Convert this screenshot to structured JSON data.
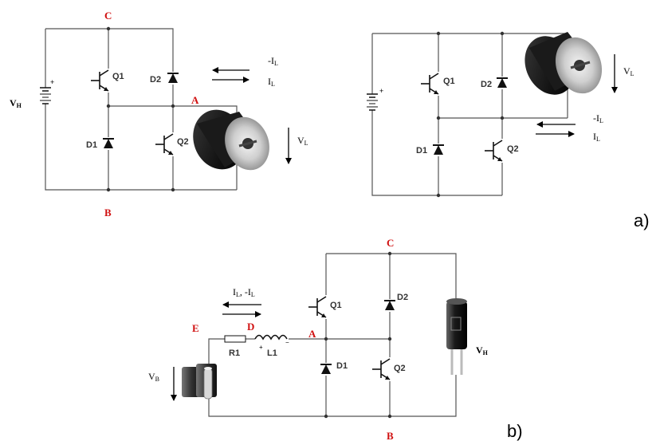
{
  "diagram_a1": {
    "node_c": "C",
    "node_a": "A",
    "node_b": "B",
    "source_label": "VH",
    "q1": "Q1",
    "q2": "Q2",
    "d1": "D1",
    "d2": "D2",
    "current_neg": "-IL",
    "current_pos": "IL",
    "motor_voltage": "VL"
  },
  "diagram_a2": {
    "q1": "Q1",
    "q2": "Q2",
    "d1": "D1",
    "d2": "D2",
    "motor_voltage": "VL",
    "current_neg": "-IL",
    "current_pos": "IL"
  },
  "diagram_b": {
    "node_c": "C",
    "node_a": "A",
    "node_b": "B",
    "node_d": "D",
    "node_e": "E",
    "r1": "R1",
    "l1": "L1",
    "q1": "Q1",
    "q2": "Q2",
    "d1": "D1",
    "d2": "D2",
    "current_label": "IL, -IL",
    "battery_voltage": "VB",
    "cap_voltage": "VH"
  },
  "labels": {
    "part_a": "a)",
    "part_b": "b)"
  }
}
